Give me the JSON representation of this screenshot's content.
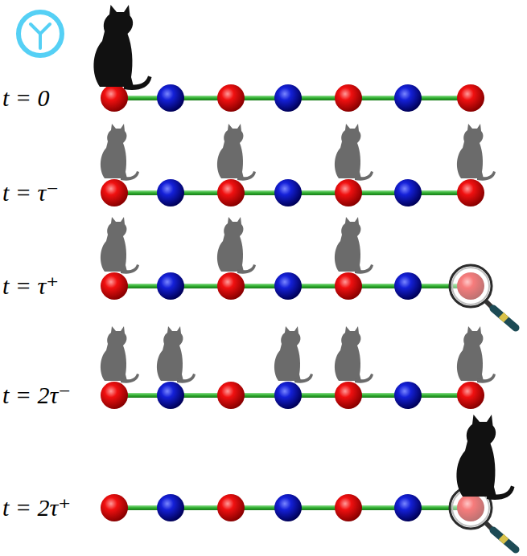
{
  "diagram": {
    "labels": [
      "t = 0",
      "t = τ⁻",
      "t = τ⁺",
      "t = 2τ⁻",
      "t = 2τ⁺"
    ]
  }
}
